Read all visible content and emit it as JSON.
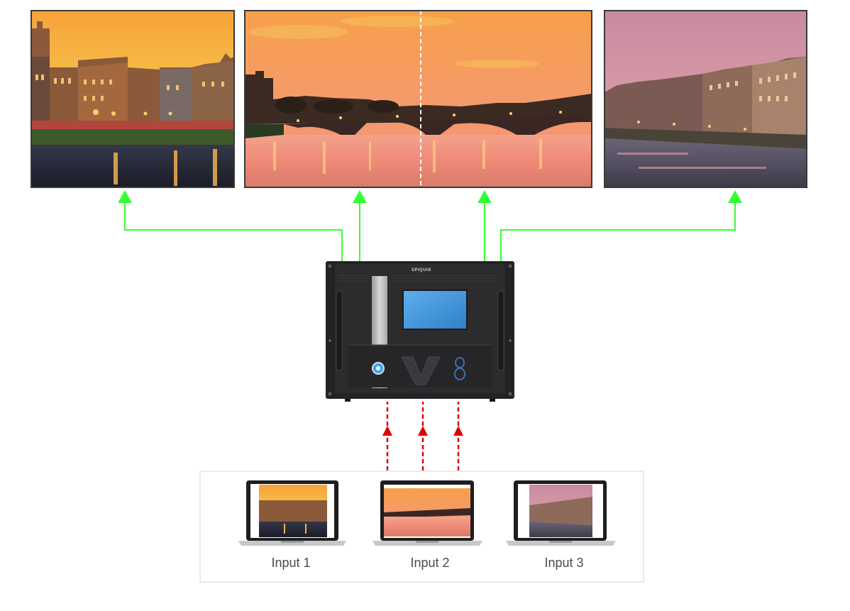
{
  "scene": {
    "screens": [
      {
        "id": "left",
        "content": "riverside-buildings-sunset"
      },
      {
        "id": "center",
        "content": "bridge-over-river-sunset"
      },
      {
        "id": "right",
        "content": "riverside-palaces-dusk"
      }
    ],
    "processor": {
      "brand": "SPIQUIK"
    },
    "inputs": [
      {
        "label": "Input 1",
        "content": "riverside-buildings-sunset"
      },
      {
        "label": "Input 2",
        "content": "bridge-over-river-sunset"
      },
      {
        "label": "Input 3",
        "content": "riverside-palaces-dusk"
      }
    ],
    "colors": {
      "output_line": "#33ff33",
      "input_line": "#e00000",
      "device_body": "#2a2a2c",
      "device_screen": "#3b8fd6",
      "input_panel_border": "#d4d4d4",
      "center_divider": "#ffffff"
    }
  }
}
